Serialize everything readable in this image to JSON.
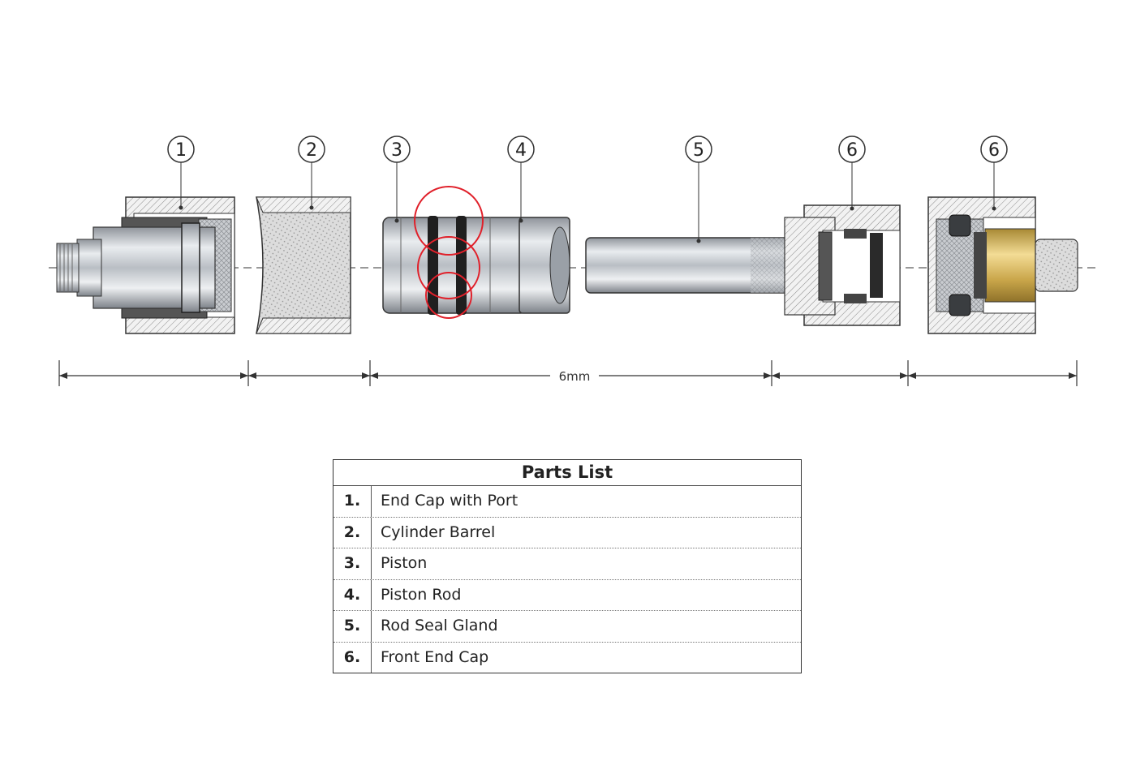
{
  "balloons": [
    "1",
    "2",
    "3",
    "4",
    "5",
    "6",
    "6"
  ],
  "dimension": {
    "label": "6mm"
  },
  "parts_list": {
    "title": "Parts List",
    "rows": [
      {
        "num": "1.",
        "name": "End Cap with Port"
      },
      {
        "num": "2.",
        "name": "Cylinder Barrel"
      },
      {
        "num": "3.",
        "name": "Piston"
      },
      {
        "num": "4.",
        "name": "Piston Rod"
      },
      {
        "num": "5.",
        "name": "Rod Seal Gland"
      },
      {
        "num": "6.",
        "name": "Front End Cap"
      }
    ]
  },
  "colors": {
    "line": "#333333",
    "steel": "#c8ccd1",
    "brass": "#d4b25a",
    "highlight": "#e0202a"
  }
}
